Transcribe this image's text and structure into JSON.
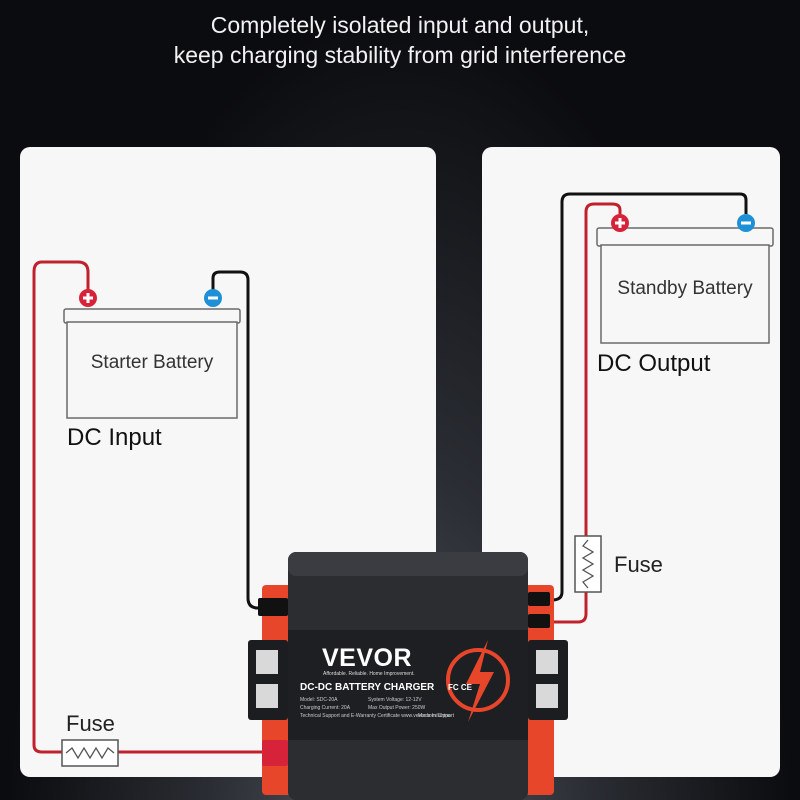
{
  "headline": {
    "line1": "Completely isolated input and output,",
    "line2": "keep charging stability from grid interference"
  },
  "left_panel": {
    "battery_label": "Starter Battery",
    "section_label": "DC Input",
    "fuse_label": "Fuse"
  },
  "right_panel": {
    "battery_label": "Standby Battery",
    "section_label": "DC Output",
    "fuse_label": "Fuse"
  },
  "charger": {
    "brand": "VEVOR",
    "tagline": "Affordable. Reliable. Home Improvement.",
    "product": "DC-DC BATTERY CHARGER",
    "model": "Model: SDC-20A",
    "system_voltage": "System Voltage: 12-12V",
    "charging_current": "Charging Current: 20A",
    "max_output": "Max Output Power: 250W",
    "support": "Technical Support and E-Warranty Certificate www.vevor.com/support",
    "made_in": "Made In China",
    "certifications": "FC CE"
  },
  "colors": {
    "positive_wire": "#c0222c",
    "negative_wire": "#111111",
    "positive_terminal": "#d6233a",
    "negative_terminal": "#1e90d6",
    "charger_body": "#2b2d31",
    "charger_accent": "#e8462a"
  },
  "icons": {
    "positive_terminal": "plus-terminal-icon",
    "negative_terminal": "minus-terminal-icon",
    "fuse": "fuse-icon",
    "lightning": "lightning-bolt-icon"
  }
}
